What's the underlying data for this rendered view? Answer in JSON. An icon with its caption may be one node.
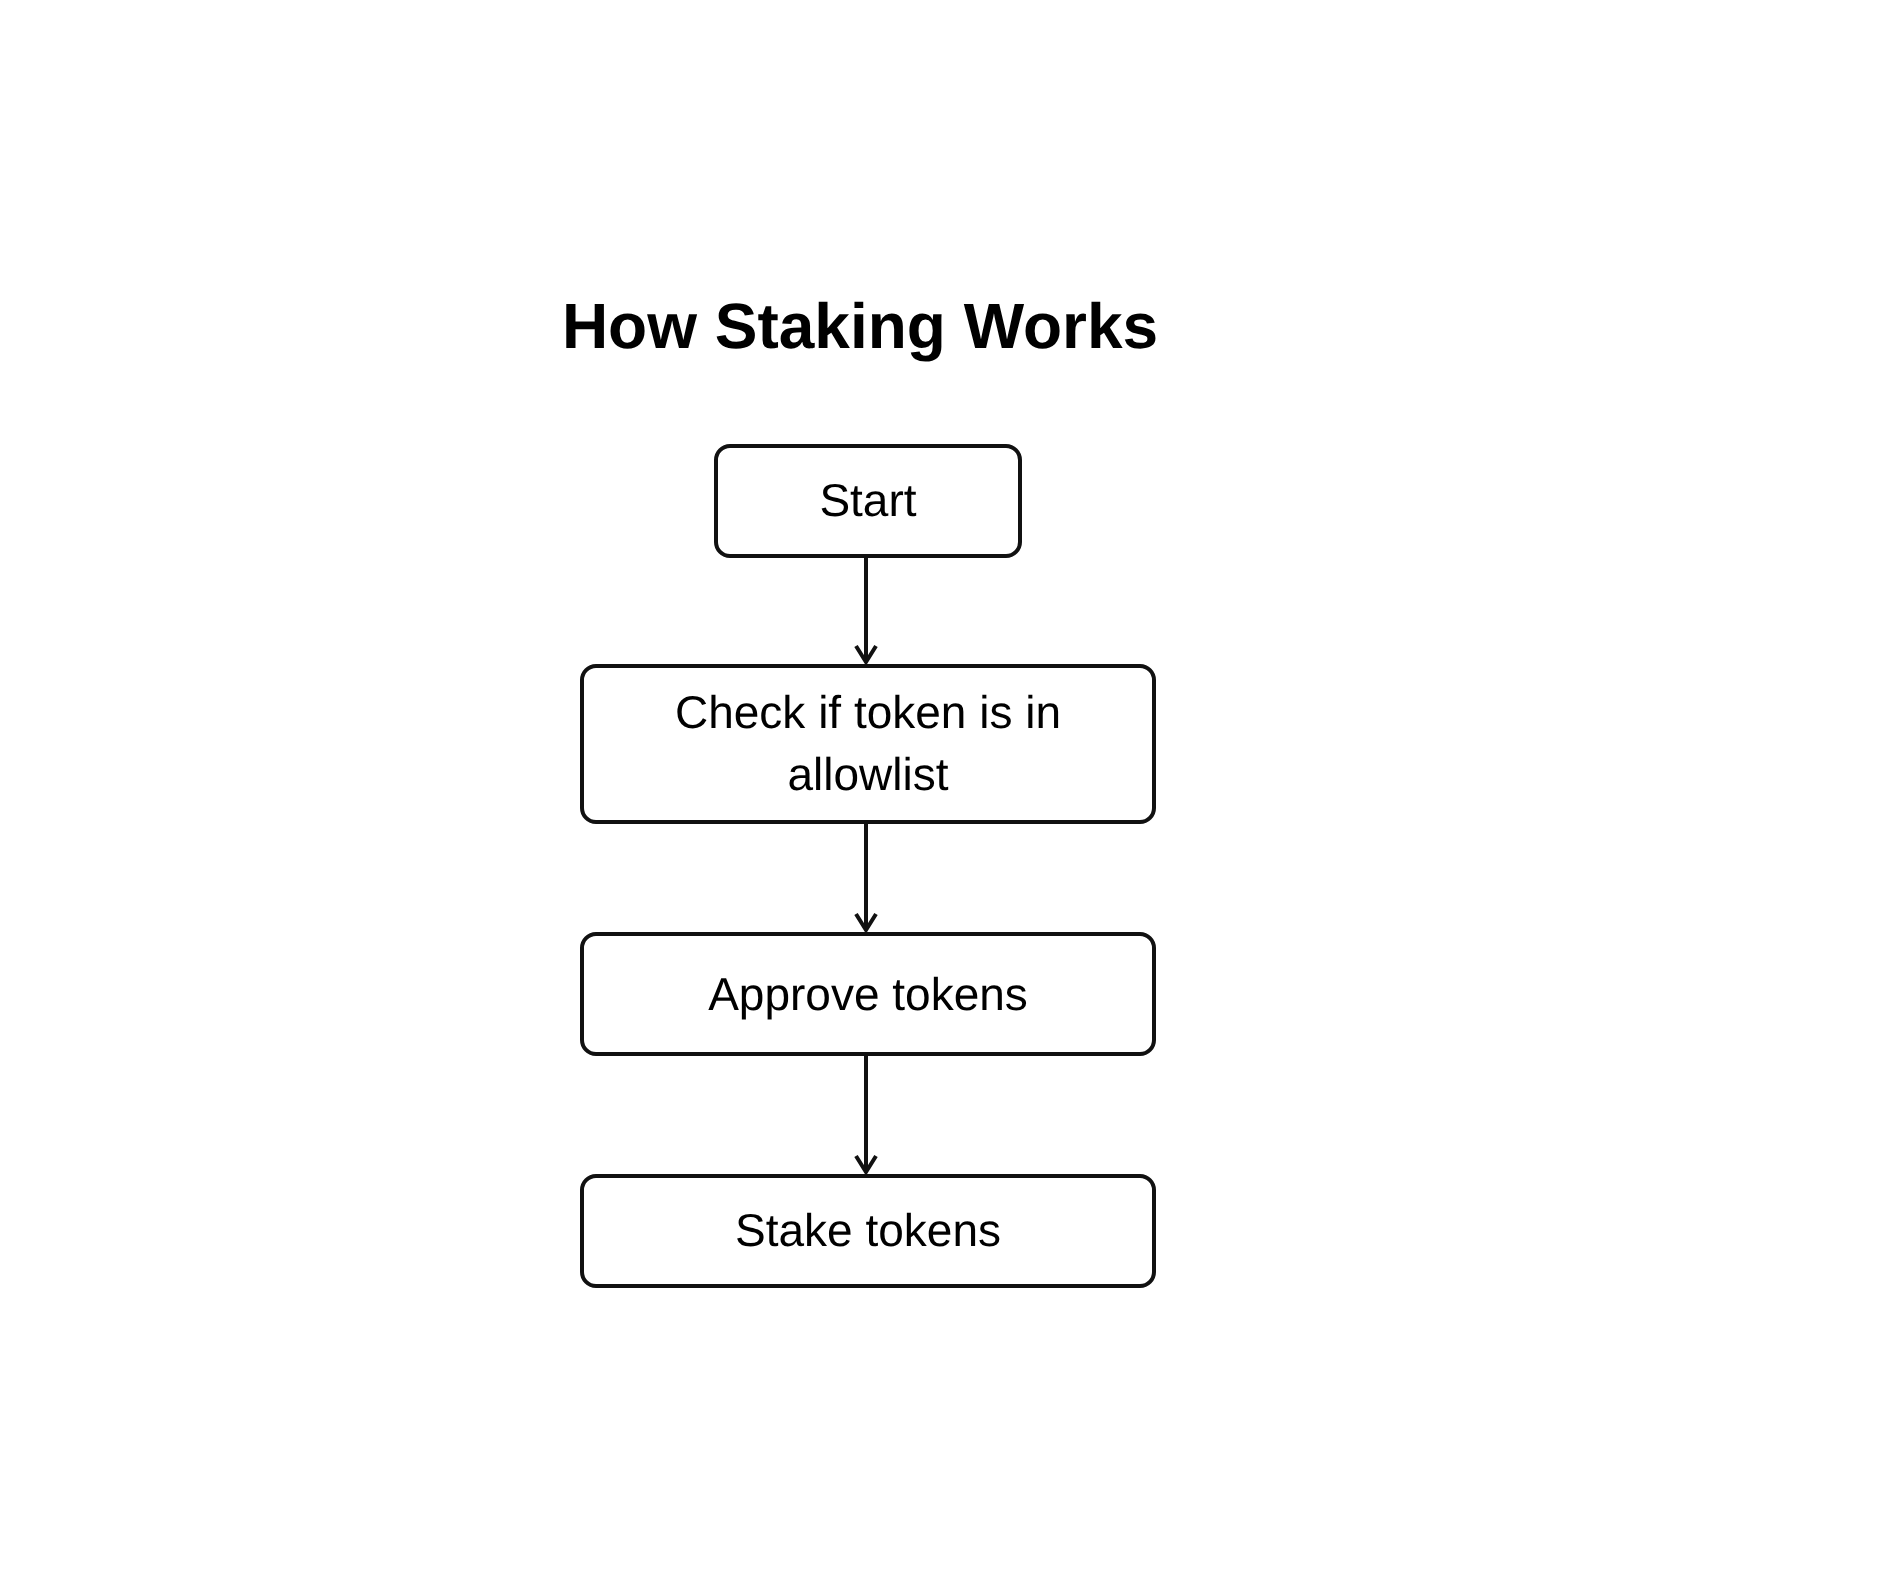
{
  "diagram": {
    "title": "How Staking Works",
    "nodes": [
      {
        "text": [
          "Start"
        ]
      },
      {
        "text": [
          "Check if token is in allowlist"
        ]
      },
      {
        "text": [
          "Approve tokens"
        ]
      },
      {
        "text": [
          "Stake tokens"
        ]
      }
    ],
    "edges": [
      {
        "from": 0,
        "to": 1,
        "arrow": "to"
      },
      {
        "from": 1,
        "to": 2,
        "arrow": "to"
      },
      {
        "from": 2,
        "to": 3,
        "arrow": "to"
      }
    ]
  }
}
